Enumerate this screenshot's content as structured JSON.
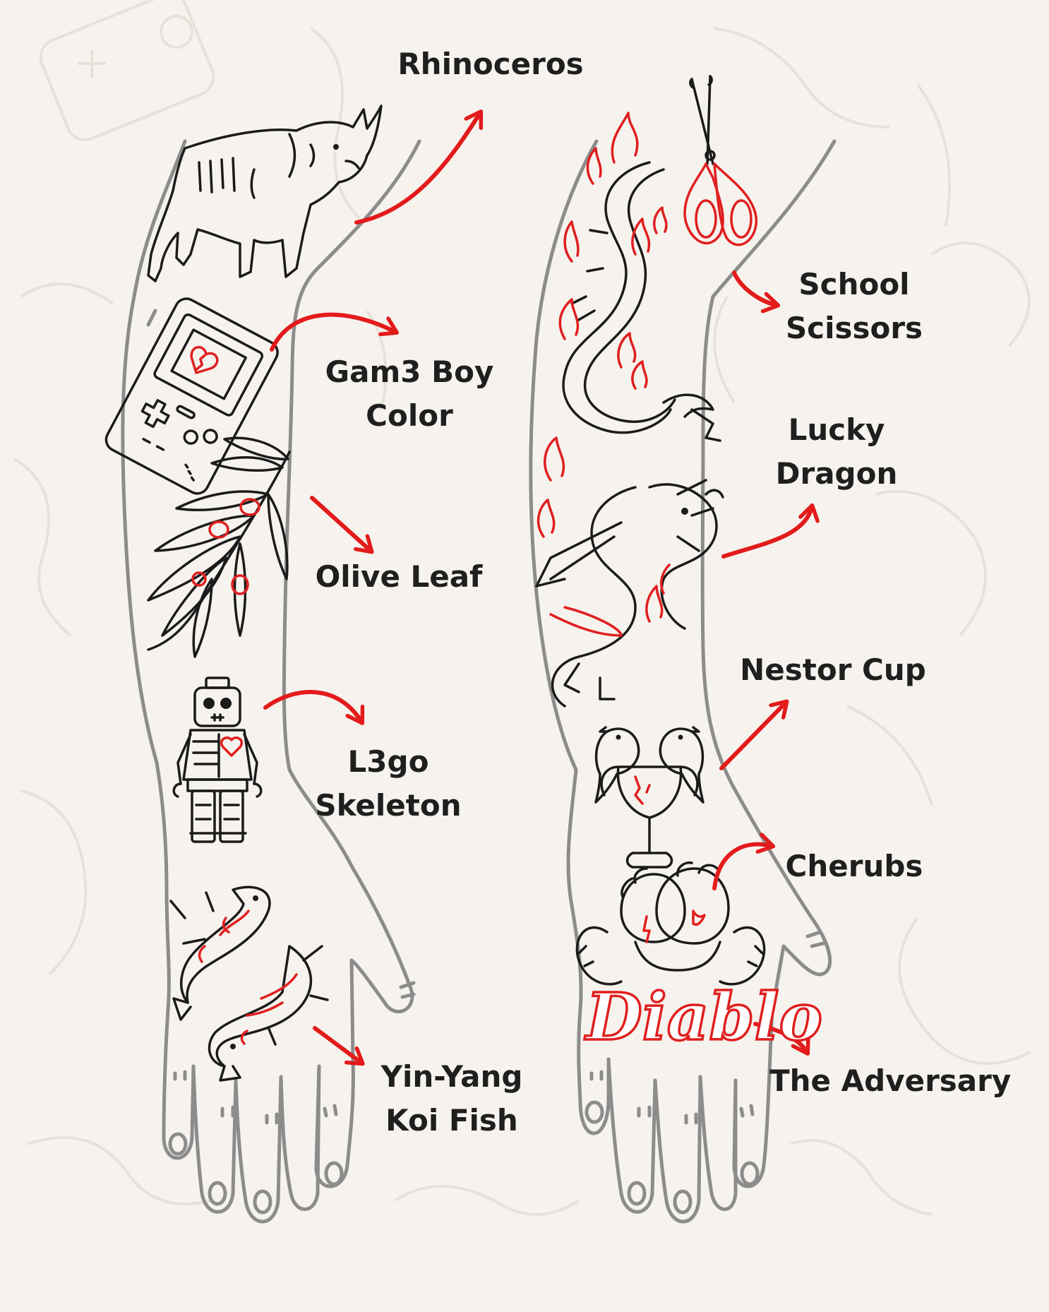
{
  "labels": {
    "rhinoceros": [
      "Rhinoceros"
    ],
    "gameboy": [
      "Gam3 Boy",
      "Color"
    ],
    "olive": [
      "Olive Leaf"
    ],
    "skeleton": [
      "L3go",
      "Skeleton"
    ],
    "koi": [
      "Yin-Yang",
      "Koi Fish"
    ],
    "scissors": [
      "School",
      "Scissors"
    ],
    "dragon": [
      "Lucky",
      "Dragon"
    ],
    "cup": [
      "Nestor Cup"
    ],
    "cherubs": [
      "Cherubs"
    ],
    "adversary": [
      "The Adversary"
    ]
  },
  "hand_lettering": "Diablo",
  "colors": {
    "background": "#f6f3ee",
    "arm_outline": "#8c8c8c",
    "ink": "#1b1b1b",
    "accent_red": "#e01f1f",
    "label_text": "#1f1f1f"
  }
}
